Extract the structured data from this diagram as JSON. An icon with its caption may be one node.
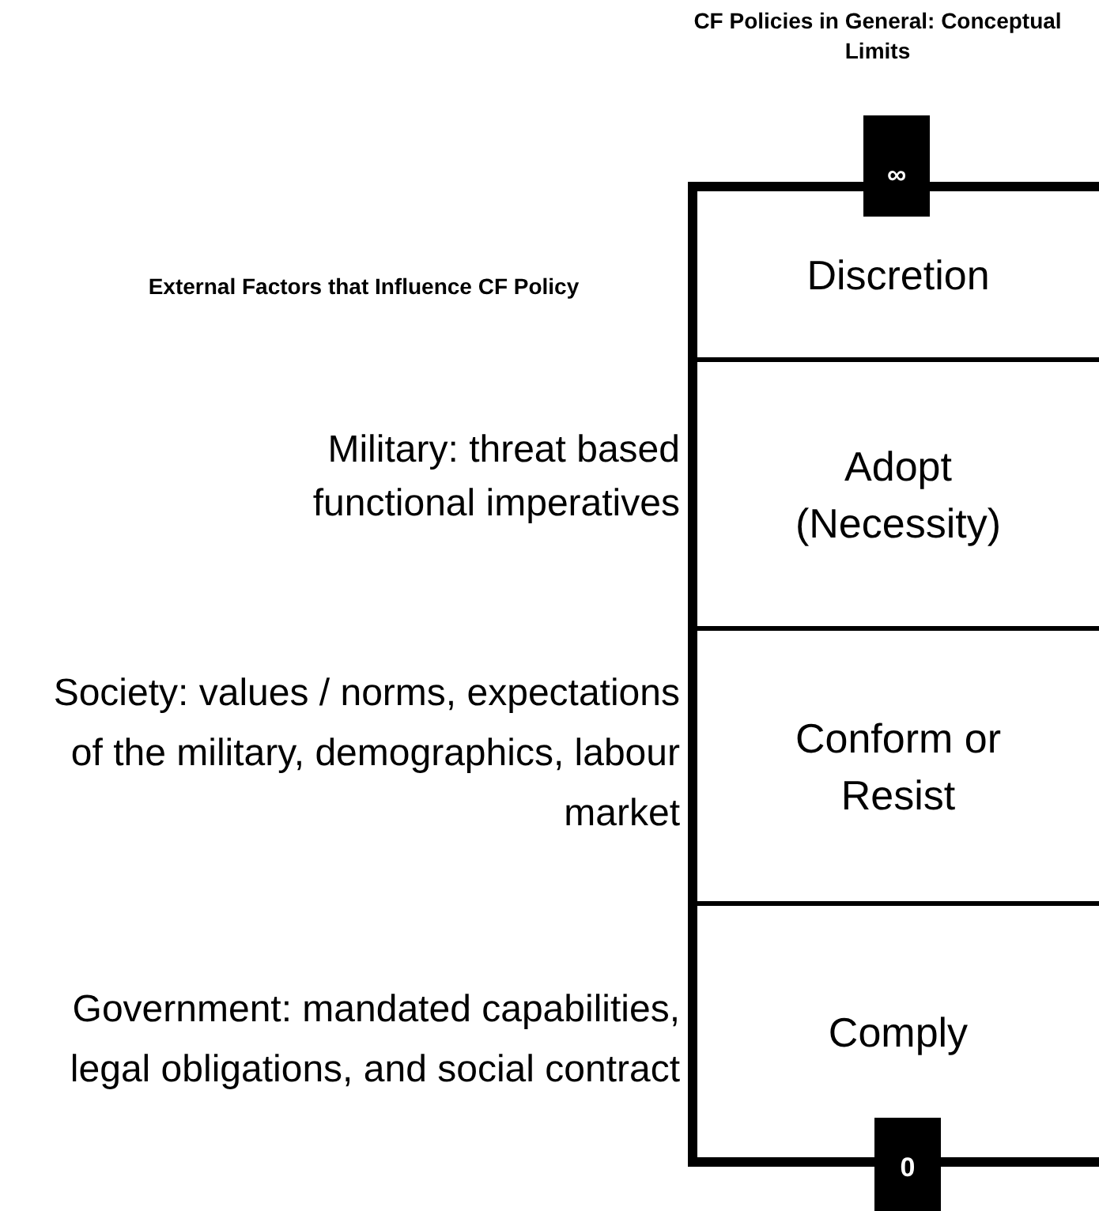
{
  "diagram": {
    "title": "CF Policies in General: Conceptual Limits",
    "nodes": [
      {
        "text": [],
        "shape": "box"
      },
      {
        "text": [
          "Discretion"
        ],
        "in": 0
      },
      {
        "text": [
          "Adopt (Necessity)"
        ],
        "in": 0
      },
      {
        "text": [
          "Conform or Resist"
        ],
        "in": 0
      },
      {
        "text": [
          "Comply"
        ],
        "in": 0
      },
      {
        "text": [
          "∞"
        ]
      },
      {
        "text": [
          "0"
        ]
      }
    ],
    "labels": [
      "External Factors that Influence CF Policy",
      "Military: threat based functional imperatives",
      "Society: values / norms, expectations of the military, demographics, labour market",
      "Government: mandated capabilities, legal obligations, and social contract"
    ]
  }
}
